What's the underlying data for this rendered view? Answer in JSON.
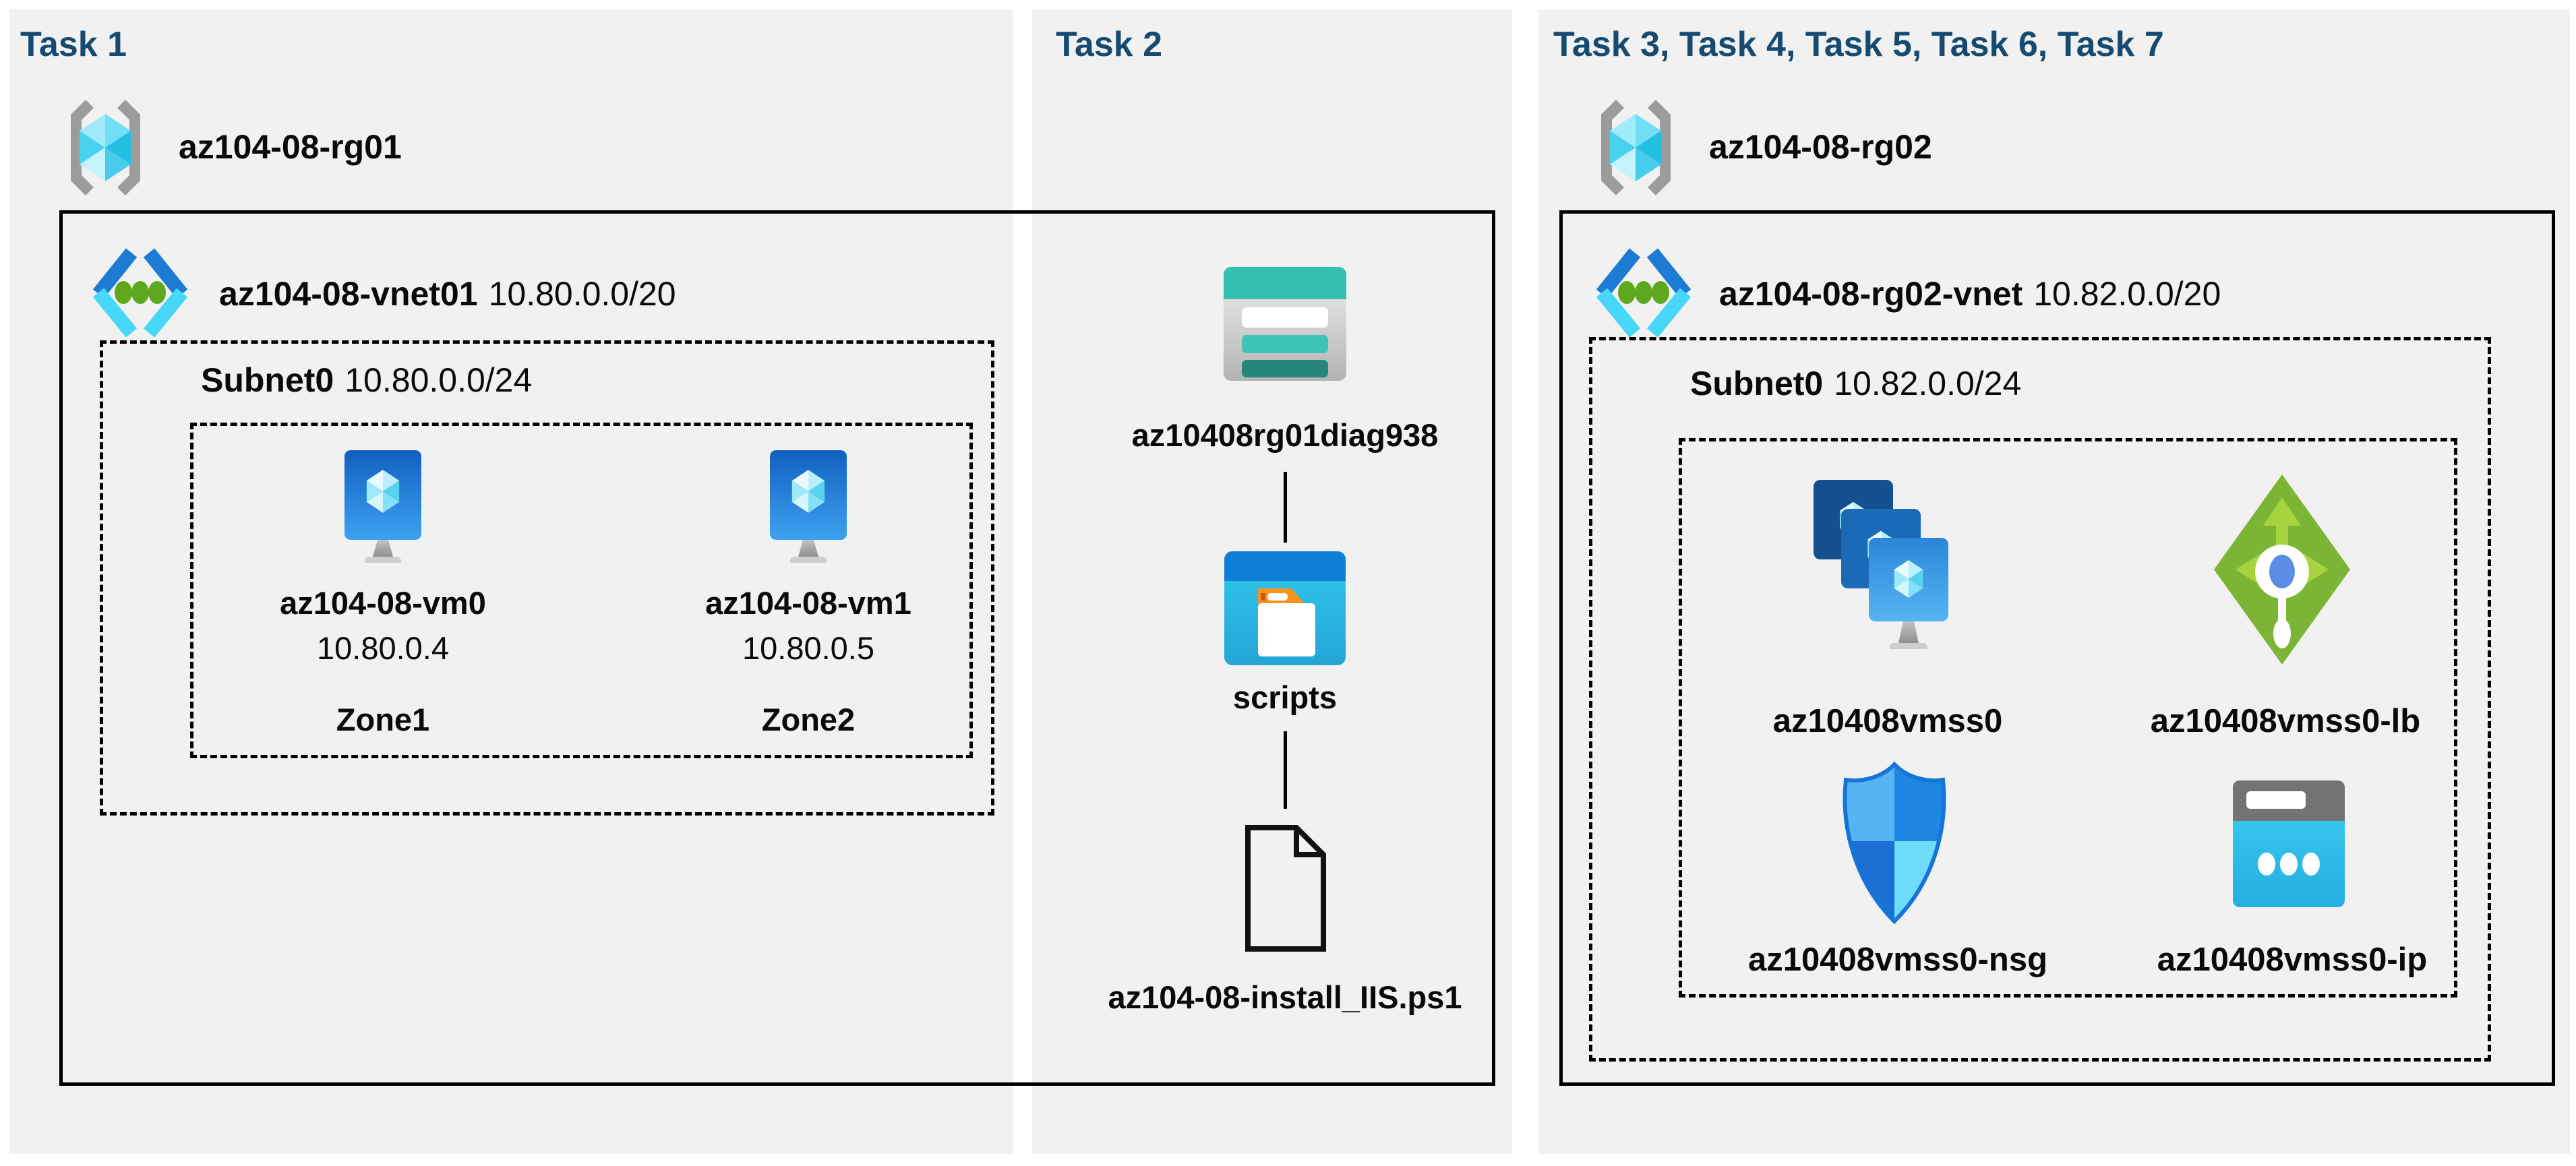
{
  "colors": {
    "title_blue": "#164a70",
    "panel_gray": "#f1f1f1",
    "page_white": "#ffffff",
    "line_black": "#000000"
  },
  "panels": [
    {
      "title": "Task 1",
      "resource_group": "az104-08-rg01",
      "vnet_name": "az104-08-vnet01",
      "vnet_cidr": "10.80.0.0/20",
      "subnet_name": "Subnet0",
      "subnet_cidr": "10.80.0.0/24",
      "vms": [
        {
          "name": "az104-08-vm0",
          "ip": "10.80.0.4",
          "zone": "Zone1"
        },
        {
          "name": "az104-08-vm1",
          "ip": "10.80.0.5",
          "zone": "Zone2"
        }
      ]
    },
    {
      "title": "Task 2",
      "storage_account": "az10408rg01diag938",
      "folder": "scripts",
      "script_file": "az104-08-install_IIS.ps1"
    },
    {
      "title": "Task 3, Task 4, Task 5, Task 6, Task 7",
      "resource_group": "az104-08-rg02",
      "vnet_name": "az104-08-rg02-vnet",
      "vnet_cidr": "10.82.0.0/20",
      "subnet_name": "Subnet0",
      "subnet_cidr": "10.82.0.0/24",
      "resources": [
        {
          "name": "az10408vmss0",
          "icon": "vm-scale-set-icon"
        },
        {
          "name": "az10408vmss0-lb",
          "icon": "load-balancer-icon"
        },
        {
          "name": "az10408vmss0-nsg",
          "icon": "network-security-group-icon"
        },
        {
          "name": "az10408vmss0-ip",
          "icon": "public-ip-icon"
        }
      ]
    }
  ],
  "icons": {
    "resource_group": "resource-group-icon",
    "virtual_network": "virtual-network-icon",
    "virtual_machine": "virtual-machine-icon",
    "storage_account": "storage-account-icon",
    "folder": "folder-browser-icon",
    "script_file": "document-icon",
    "vm_scale_set": "vm-scale-set-icon",
    "load_balancer": "load-balancer-icon",
    "network_security_group": "network-security-group-icon",
    "public_ip": "public-ip-icon"
  }
}
